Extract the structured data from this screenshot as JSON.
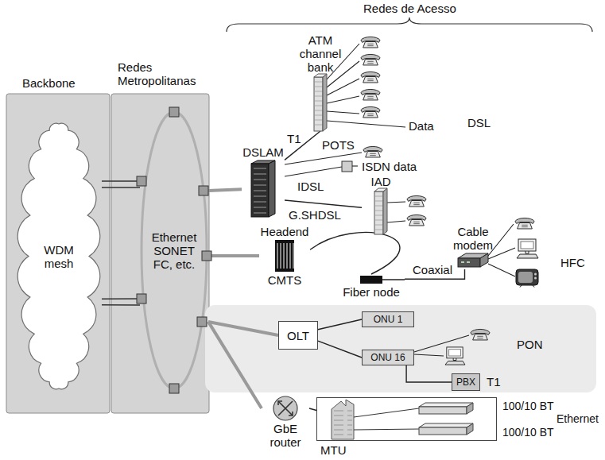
{
  "diagram": {
    "nodes": [
      {
        "text": [
          "Backbone"
        ]
      },
      {
        "text": [
          "WDM mesh"
        ],
        "in": 0
      },
      {
        "text": [
          "Redes Metropolitanas"
        ]
      },
      {
        "text": [
          "Ethernet SONET FC, etc."
        ],
        "in": 2
      },
      {
        "text": [
          "DSLAM"
        ]
      },
      {
        "text": [
          "ATM channel bank"
        ]
      },
      {
        "text": [
          "IAD"
        ]
      },
      {
        "text": [
          "Headend",
          "CMTS"
        ]
      },
      {
        "text": [
          "Fiber node"
        ]
      },
      {
        "text": [
          "Cable modem"
        ]
      },
      {
        "text": [
          "PON"
        ]
      },
      {
        "text": [
          "OLT"
        ],
        "in": 10
      },
      {
        "text": [
          "ONU 1"
        ],
        "in": 10
      },
      {
        "text": [
          "ONU 16"
        ],
        "in": 10
      },
      {
        "text": [
          "PBX"
        ],
        "in": 10
      },
      {
        "text": [
          "GbE router"
        ]
      },
      {
        "text": [
          "MTU"
        ]
      }
    ],
    "edges": [
      {
        "from": 1,
        "to": 3,
        "arrow": "none"
      },
      {
        "from": 1,
        "to": 3,
        "arrow": "none"
      },
      {
        "from": 1,
        "to": 3,
        "arrow": "none"
      },
      {
        "from": 1,
        "to": 3,
        "arrow": "none"
      },
      {
        "from": 3,
        "to": 4,
        "arrow": "none"
      },
      {
        "from": 4,
        "to": 5,
        "label": "T1",
        "arrow": "none"
      },
      {
        "from": 4,
        "to": 6,
        "label": "G.SHDSL",
        "arrow": "none"
      },
      {
        "from": 3,
        "to": 7,
        "arrow": "none"
      },
      {
        "from": 7,
        "to": 8,
        "arrow": "none"
      },
      {
        "from": 8,
        "to": 9,
        "label": "Coaxial",
        "arrow": "none"
      },
      {
        "from": 3,
        "to": 11,
        "arrow": "none"
      },
      {
        "from": 11,
        "to": 12,
        "arrow": "none"
      },
      {
        "from": 11,
        "to": 13,
        "arrow": "none"
      },
      {
        "from": 13,
        "to": 14,
        "arrow": "none"
      },
      {
        "from": 3,
        "to": 15,
        "arrow": "none"
      },
      {
        "from": 15,
        "to": 16,
        "arrow": "none"
      }
    ],
    "labels": [
      "Redes de Acesso",
      "DSL",
      "Data",
      "POTS",
      "ISDN data",
      "IDSL",
      "HFC",
      "T1",
      "100/10 BT",
      "100/10 BT",
      "Ethernet"
    ]
  }
}
